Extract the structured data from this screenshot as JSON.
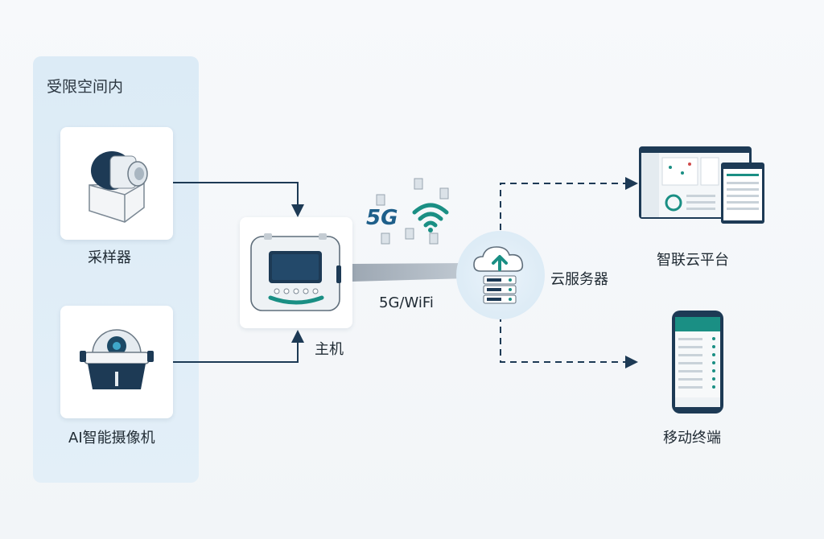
{
  "zone": {
    "title": "受限空间内"
  },
  "devices": {
    "sampler": "采样器",
    "camera": "AI智能摄像机",
    "host": "主机",
    "cloud": "云服务器",
    "platform": "智联云平台",
    "mobile": "移动终端"
  },
  "network": {
    "badge": "5G",
    "label": "5G/WiFi"
  },
  "icons": [
    "sampler-icon",
    "camera-icon",
    "host-device-icon",
    "wifi-icon",
    "cloud-upload-icon",
    "server-icon",
    "document-icon",
    "dashboard-icon",
    "phone-icon"
  ],
  "colors": {
    "navy": "#1d3a55",
    "teal": "#1a8f84",
    "zone": "#deecf7"
  }
}
